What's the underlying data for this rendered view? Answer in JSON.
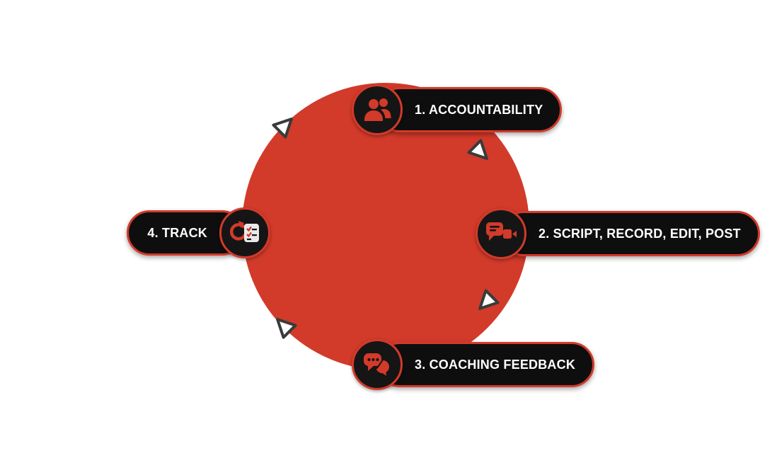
{
  "colors": {
    "accent_red": "#d23a2a",
    "pill_black": "#0e0e0e",
    "icon_bg": "#151515",
    "text_white": "#ffffff",
    "arrow_gray": "#3a3a3a"
  },
  "cycle": {
    "steps": [
      {
        "id": 1,
        "label": "1. Accountability",
        "icon": "people-icon",
        "position": "top"
      },
      {
        "id": 2,
        "label": "2. Script, Record, Edit, Post",
        "icon": "chat-video-icon",
        "position": "right"
      },
      {
        "id": 3,
        "label": "3. Coaching Feedback",
        "icon": "chat-bubbles-icon",
        "position": "bottom"
      },
      {
        "id": 4,
        "label": "4. Track",
        "icon": "refresh-checklist-icon",
        "position": "left"
      }
    ]
  }
}
